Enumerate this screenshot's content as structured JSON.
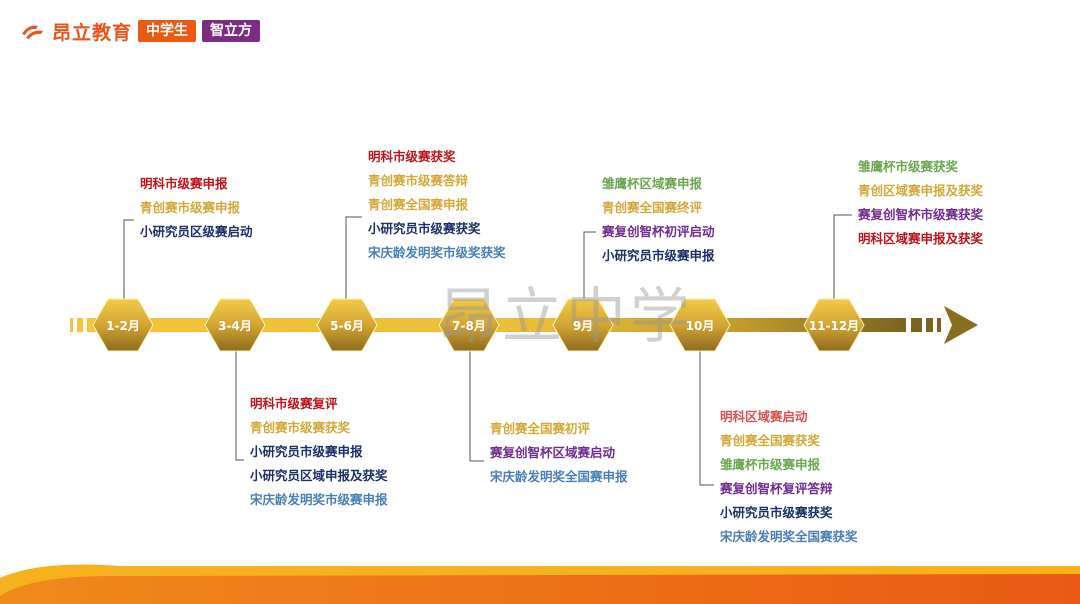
{
  "header": {
    "brand_name": "昂立教育",
    "tag_primary": "中学生",
    "tag_secondary": "智立方"
  },
  "watermark": "昂立中学",
  "colors": {
    "red": "#c0141c",
    "yellow": "#d4a83a",
    "navy": "#1d2f6b",
    "blue": "#4a7fb8",
    "green": "#6aa84f",
    "purple": "#6f2c91",
    "rose": "#d9534f"
  },
  "timeline": {
    "stages": [
      {
        "label": "1-2月",
        "events": [
          {
            "text": "明科市级赛申报",
            "color": "red"
          },
          {
            "text": "青创赛市级赛申报",
            "color": "yellow"
          },
          {
            "text": "小研究员区级赛启动",
            "color": "navy"
          }
        ]
      },
      {
        "label": "3-4月",
        "events": [
          {
            "text": "明科市级赛复评",
            "color": "red"
          },
          {
            "text": "青创赛市级赛获奖",
            "color": "yellow"
          },
          {
            "text": "小研究员市级赛申报",
            "color": "navy"
          },
          {
            "text": "小研究员区域申报及获奖",
            "color": "navy"
          },
          {
            "text": "宋庆龄发明奖市级赛申报",
            "color": "blue"
          }
        ]
      },
      {
        "label": "5-6月",
        "events": [
          {
            "text": "明科市级赛获奖",
            "color": "red"
          },
          {
            "text": "青创赛市级赛答辩",
            "color": "yellow"
          },
          {
            "text": "青创赛全国赛申报",
            "color": "yellow"
          },
          {
            "text": "小研究员市级赛获奖",
            "color": "navy"
          },
          {
            "text": "宋庆龄发明奖市级奖获奖",
            "color": "blue"
          }
        ]
      },
      {
        "label": "7-8月",
        "events": [
          {
            "text": "青创赛全国赛初评",
            "color": "yellow"
          },
          {
            "text": "赛复创智杯区域赛启动",
            "color": "purple"
          },
          {
            "text": "宋庆龄发明奖全国赛申报",
            "color": "blue"
          }
        ]
      },
      {
        "label": "9月",
        "events": [
          {
            "text": "雏鹰杯区域赛申报",
            "color": "green"
          },
          {
            "text": "青创赛全国赛终评",
            "color": "yellow"
          },
          {
            "text": "赛复创智杯初评启动",
            "color": "purple"
          },
          {
            "text": "小研究员市级赛申报",
            "color": "navy"
          }
        ]
      },
      {
        "label": "10月",
        "events": [
          {
            "text": "明科区域赛启动",
            "color": "rose"
          },
          {
            "text": "青创赛全国赛获奖",
            "color": "yellow"
          },
          {
            "text": "雏鹰杯市级赛申报",
            "color": "green"
          },
          {
            "text": "赛复创智杯复评答辩",
            "color": "purple"
          },
          {
            "text": "小研究员市级赛获奖",
            "color": "navy"
          },
          {
            "text": "宋庆龄发明奖全国赛获奖",
            "color": "blue"
          }
        ]
      },
      {
        "label": "11-12月",
        "events": [
          {
            "text": "雏鹰杯市级赛获奖",
            "color": "green"
          },
          {
            "text": "青创区域赛申报及获奖",
            "color": "yellow"
          },
          {
            "text": "赛复创智杯市级赛获奖",
            "color": "purple"
          },
          {
            "text": "明科区域赛申报及获奖",
            "color": "red"
          }
        ]
      }
    ]
  }
}
